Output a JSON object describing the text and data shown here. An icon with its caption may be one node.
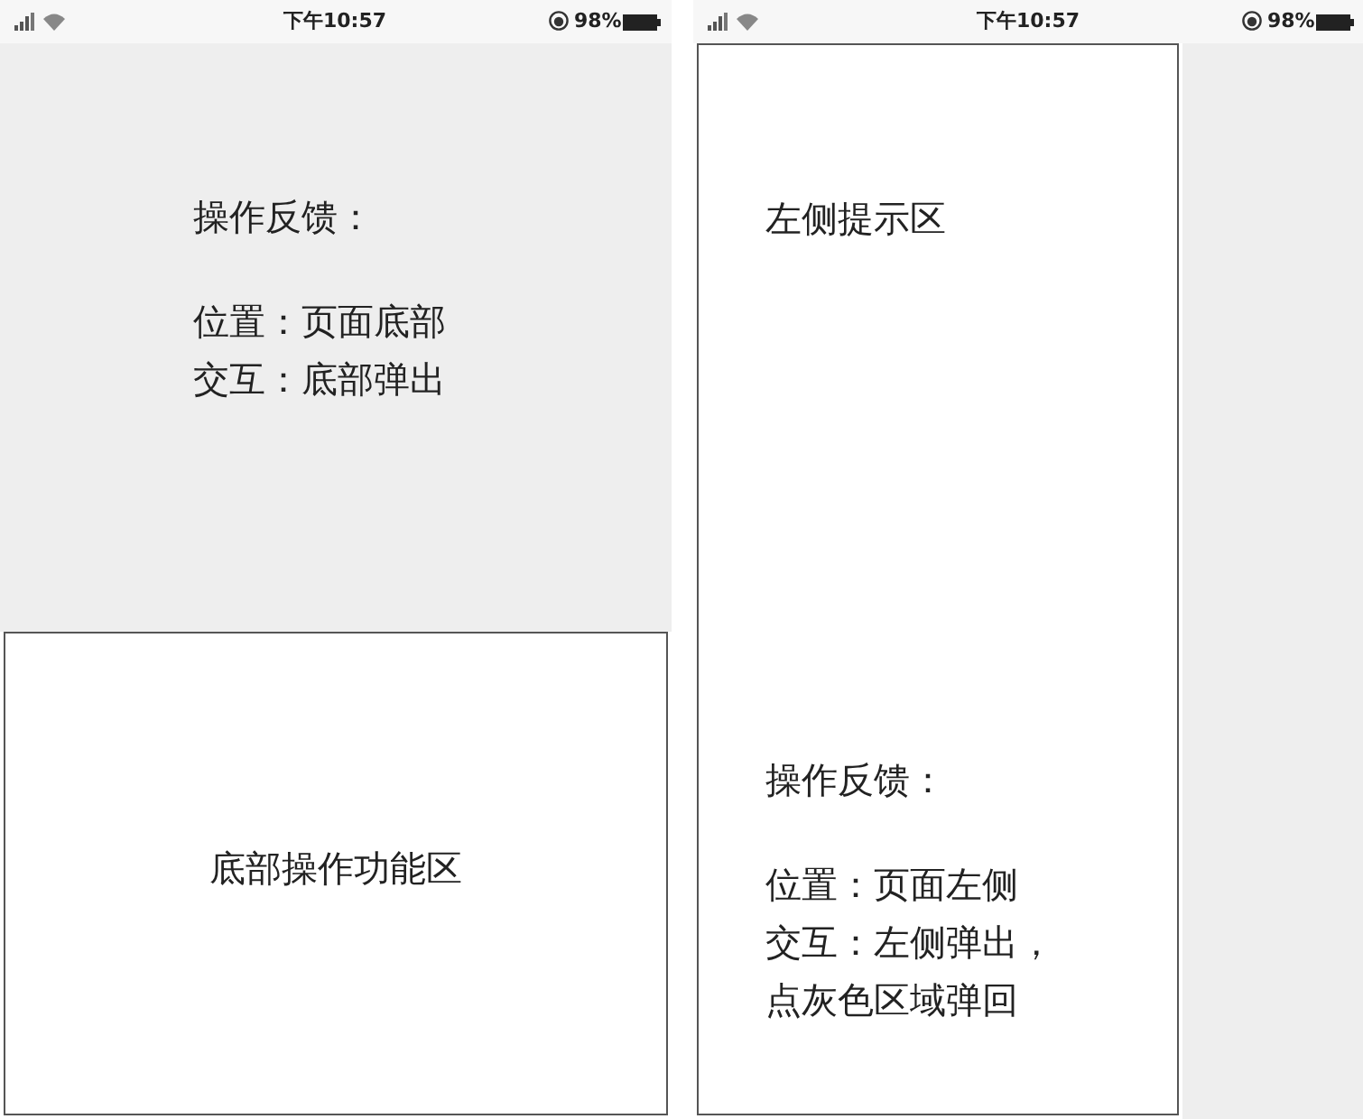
{
  "diagram": {
    "nodes": [
      {
        "text": [
          "操作反馈：",
          "位置：页面底部",
          "交互：底部弹出"
        ]
      },
      {
        "text": [
          "底部操作功能区"
        ]
      },
      {
        "text": [
          "左侧提示区",
          "操作反馈：",
          "位置：页面左侧",
          "交互：左侧弹出，点灰色区域弹回"
        ]
      },
      {
        "text": [],
        "shape": "box"
      }
    ],
    "labels": [
      "下午10:57",
      "98%",
      "下午10:57",
      "98%"
    ]
  }
}
